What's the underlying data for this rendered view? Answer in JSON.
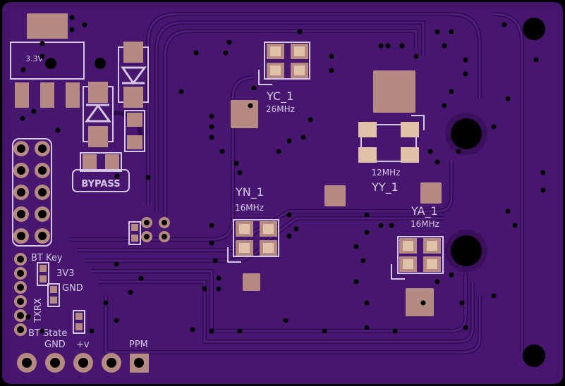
{
  "colors": {
    "board": "#44156b",
    "copper": "#b58a83",
    "silkscreen": "#d6c6e6",
    "background": "#000000"
  },
  "regulator": {
    "label": "3.3V"
  },
  "bypass": {
    "label": "BYPASS"
  },
  "crystals": {
    "yc": {
      "name": "YC_1",
      "freq": "26MHz"
    },
    "yy": {
      "name": "YY_1",
      "freq": "12MHz"
    },
    "yn": {
      "name": "YN_1",
      "freq": "16MHz"
    },
    "ya": {
      "name": "YA_1",
      "freq": "16MHz"
    }
  },
  "bluetooth": {
    "key": "BT Key",
    "v33": "3V3",
    "gnd": "GND",
    "txrx": "TXRX",
    "state": "BT State"
  },
  "header": {
    "gnd": "GND",
    "vplus": "+v",
    "ppm": "PPM"
  }
}
